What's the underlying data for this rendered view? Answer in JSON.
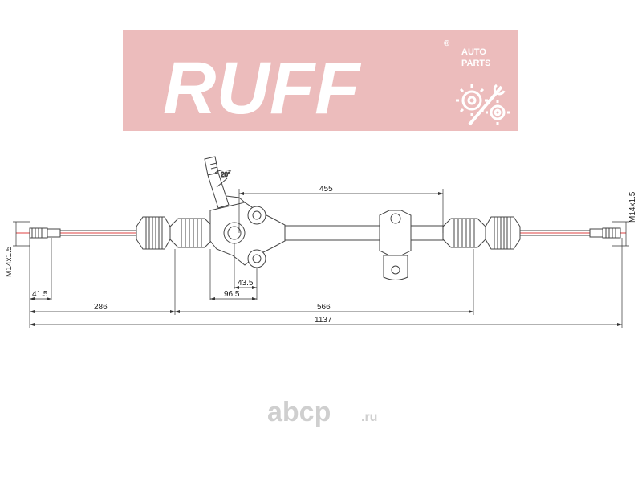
{
  "logo": {
    "brand": "RUFF",
    "registered": "®",
    "line1": "AUTO",
    "line2": "PARTS",
    "icon": "gears-wrench-icon",
    "colors": {
      "background": "#ecbcbc",
      "text": "#ffffff"
    }
  },
  "drawing": {
    "angle_label": "20°",
    "dimensions": {
      "top_span": "455",
      "thread_left": "M14x1.5",
      "thread_right": "M14x1.5",
      "end_offset": "41.5",
      "left_to_pinion": "286",
      "pinion_to_right": "566",
      "overall": "1137",
      "pinion_offset_small": "43.5",
      "pinion_offset_large": "96.5"
    },
    "colors": {
      "lines": "#444444",
      "center_line": "#d40000",
      "dimension": "#333333"
    }
  },
  "watermark": {
    "text": "abcp",
    "suffix": ".ru"
  }
}
